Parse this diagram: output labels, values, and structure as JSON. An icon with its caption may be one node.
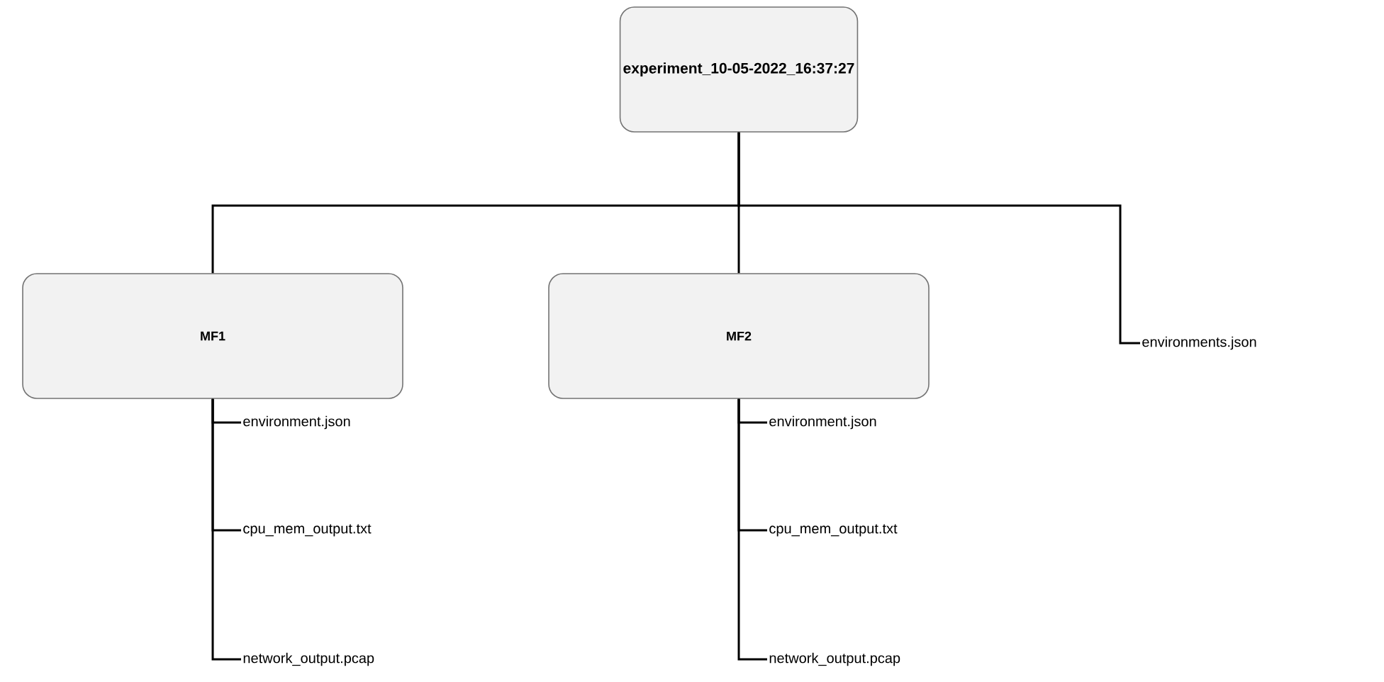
{
  "diagram": {
    "nodes": [
      {
        "text": [
          "experiment_10-05-2022_16:37:27"
        ]
      },
      {
        "text": [
          "MF1"
        ]
      },
      {
        "text": [
          "MF2"
        ]
      },
      {
        "text": [
          "environments.json"
        ]
      },
      {
        "text": [
          "environment.json"
        ]
      },
      {
        "text": [
          "cpu_mem_output.txt"
        ]
      },
      {
        "text": [
          "network_output.pcap"
        ]
      },
      {
        "text": [
          "environment.json"
        ]
      },
      {
        "text": [
          "cpu_mem_output.txt"
        ]
      },
      {
        "text": [
          "network_output.pcap"
        ]
      }
    ],
    "edges": [
      {
        "from": 0,
        "to": 1,
        "arrow": "none"
      },
      {
        "from": 0,
        "to": 2,
        "arrow": "none"
      },
      {
        "from": 0,
        "to": 3,
        "arrow": "none"
      },
      {
        "from": 1,
        "to": 4,
        "arrow": "none"
      },
      {
        "from": 1,
        "to": 5,
        "arrow": "none"
      },
      {
        "from": 1,
        "to": 6,
        "arrow": "none"
      },
      {
        "from": 2,
        "to": 7,
        "arrow": "none"
      },
      {
        "from": 2,
        "to": 8,
        "arrow": "none"
      },
      {
        "from": 2,
        "to": 9,
        "arrow": "none"
      }
    ]
  }
}
